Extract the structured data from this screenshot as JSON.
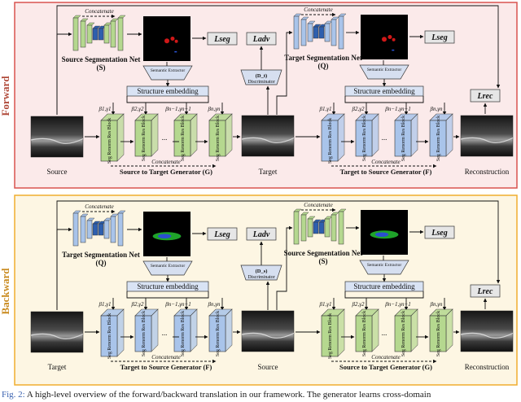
{
  "panels": {
    "forward": {
      "label": "Forward",
      "seg_net": "Source Segmentation Net",
      "seg_net_tag": "(S)",
      "seg_net2": "Target Segmentation Net",
      "seg_net2_tag": "(Q)",
      "generator": "Source to Target Generator (G)",
      "generator2": "Target to Source Generator (F)",
      "discriminator_tag": "(D_t)",
      "input_label": "Source",
      "mid_label": "Target",
      "output_label": "Reconstruction"
    },
    "backward": {
      "label": "Backward",
      "seg_net": "Target Segmentation Net",
      "seg_net_tag": "(Q)",
      "seg_net2": "Source Segmentation Net",
      "seg_net2_tag": "(S)",
      "generator": "Target to Source Generator (F)",
      "generator2": "Source to Target Generator (G)",
      "discriminator_tag": "(D_s)",
      "input_label": "Target",
      "mid_label": "Source",
      "output_label": "Reconstruction"
    }
  },
  "common": {
    "concatenate": "Concatenate",
    "semantic_extractor": "Semantic Extractor",
    "structure_embedding": "Structure embedding",
    "discriminator": "Discriminator",
    "block_label": "Seg Renorm Res Block",
    "dots": "...",
    "lseg": "Lseg",
    "ladv": "Ladv",
    "lrec": "Lrec",
    "beta_labels": [
      "β1,γ1",
      "β2,γ2",
      "βn−1,γn−1",
      "βn,γn"
    ]
  },
  "caption": {
    "label": "Fig. 2:",
    "text": "A high-level overview of the forward/backward translation in our framework. The generator learns cross-domain"
  },
  "colors": {
    "forward_border": "#d9534f",
    "forward_bg": "#fbeaea",
    "backward_border": "#f0ad2e",
    "backward_bg": "#fdf6e3",
    "green_block": "#b5d88f",
    "blue_block": "#a9c4ea",
    "dark_blue": "#2e5fae",
    "seg_red": "#d01818",
    "seg_green": "#1fa32a"
  }
}
